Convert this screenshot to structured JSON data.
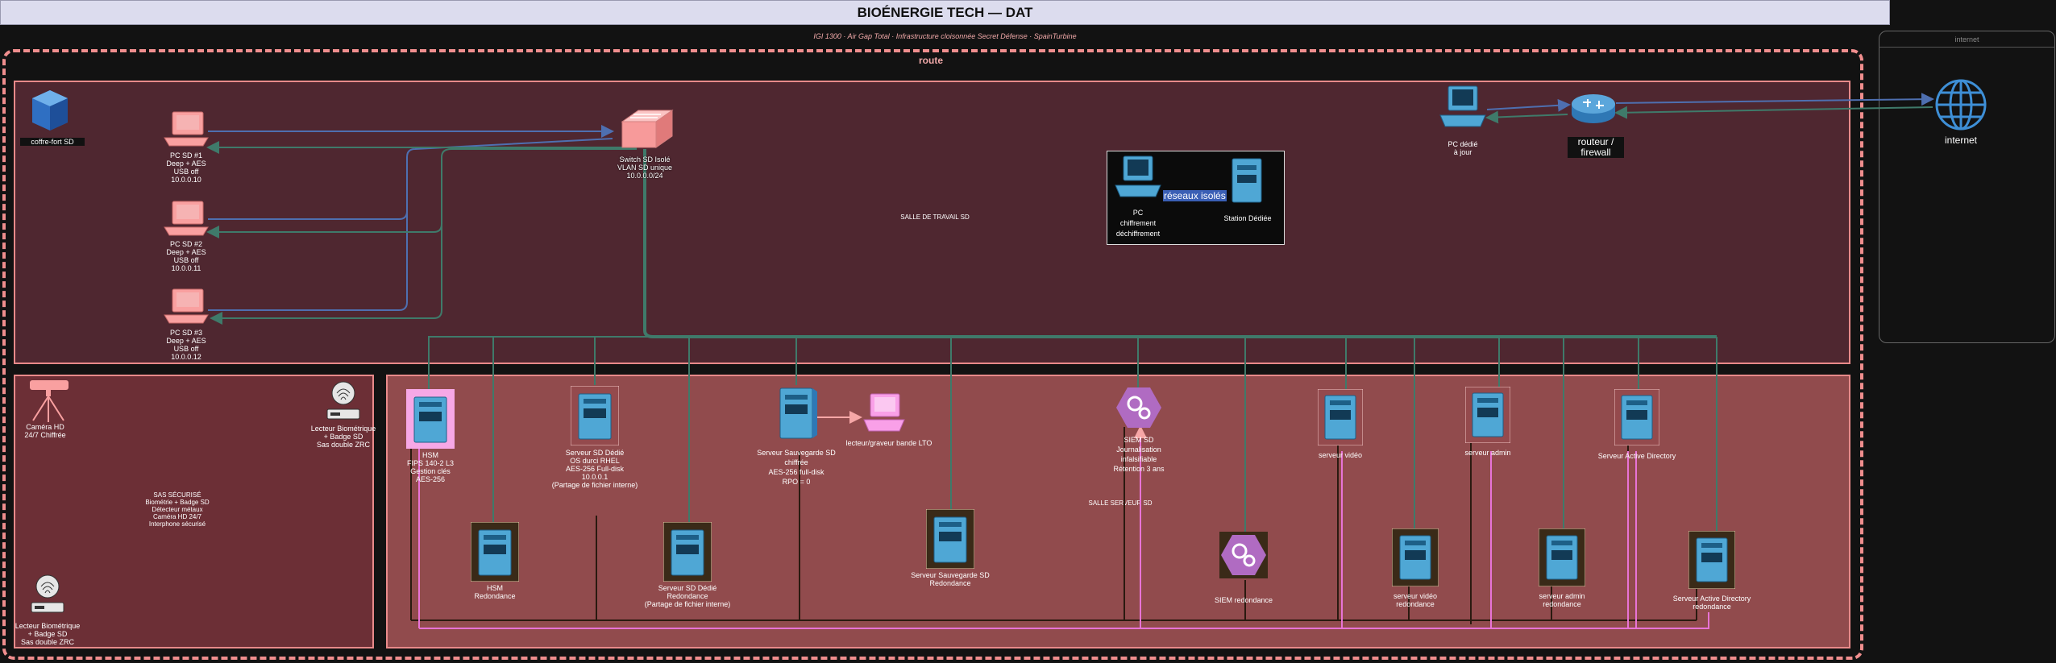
{
  "header": {
    "title": "BIOÉNERGIE TECH — DAT",
    "subtitle": "IGI 1300 · Air Gap Total · Infrastructure cloisonnée Secret Défense · SpainTurbine"
  },
  "route": {
    "label": "route"
  },
  "internet_panel": {
    "label": "internet"
  },
  "zones": {
    "travail": "SALLE DE TRAVAIL SD",
    "serveurs": "SALLE SERVEUR SD",
    "securise": "SAS SÉCURISÉ\nBiométrie + Badge SD\nDétecteur métaux\nCaméra HD 24/7\nInterphone sécurisé"
  },
  "legend": {
    "label": "réseaux isolés"
  },
  "nodes": {
    "coffre": "coffre-fort SD",
    "pc1": "PC SD #1\nDeep + AES\nUSB off\n10.0.0.10",
    "pc2": "PC SD #2\nDeep + AES\nUSB off\n10.0.0.11",
    "pc3": "PC SD #3\nDeep + AES\nUSB off\n10.0.0.12",
    "switch": "Switch SD Isolé\nVLAN SD unique\n10.0.0.0/24",
    "pc_chiffrement": "PC\nchiffrement\ndéchiffrement",
    "station_dediee": "Station Dédiée",
    "pc_mise_a_jour": "PC dédié\nà jour",
    "routeur": "routeur /\nfirewall",
    "internet": "internet",
    "camera": "Caméra HD\n24/7 Chiffrée",
    "lecteur1": "Lecteur Biométrique\n+ Badge SD\nSas double ZRC",
    "lecteur2": "Lecteur Biométrique\n+ Badge SD\nSas double ZRC",
    "hsm": "HSM\nFIPS 140-2 L3\nGestion clés\nAES-256",
    "hsm_red": "HSM\nRedondance",
    "serveur_sd": "Serveur SD Dédié\nOS durci RHEL\nAES-256 Full-disk\n10.0.0.1\n(Partage de fichier interne)",
    "serveur_sd_red": "Serveur SD Dédié\nRedondance\n(Partage de fichier interne)",
    "sauvegarde": "Serveur Sauvegarde SD\nchiffrée\nAES-256 full-disk\nRPO = 0",
    "lecteur_bande": "lecteur/graveur bande LTO",
    "sauvegarde_red": "Serveur Sauvegarde SD\nRedondance",
    "siem": "SIEM SD\nJournalisation\ninfalsifiable\nRétention 3 ans",
    "siem_red": "SIEM redondance",
    "video": "serveur vidéo",
    "video_red": "serveur vidéo\nredondance",
    "admin": "serveur admin",
    "admin_red": "serveur admin\nredondance",
    "ad": "Serveur Active Directory",
    "ad_red": "Serveur Active Directory\nredondance"
  },
  "colors": {
    "background": "#121212",
    "zone_border": "#e88a8a",
    "travail_fill": "#4f2730",
    "serveur_fill": "#914b4d",
    "securise_fill": "#6c2f36",
    "wire_green": "#3f7a6a",
    "wire_blue": "#4e6fb0",
    "wire_pink": "#e873d6",
    "wire_dark": "#2a1a10",
    "server_blue": "#4fa7d5",
    "pc_pink": "#f9a0a0"
  }
}
